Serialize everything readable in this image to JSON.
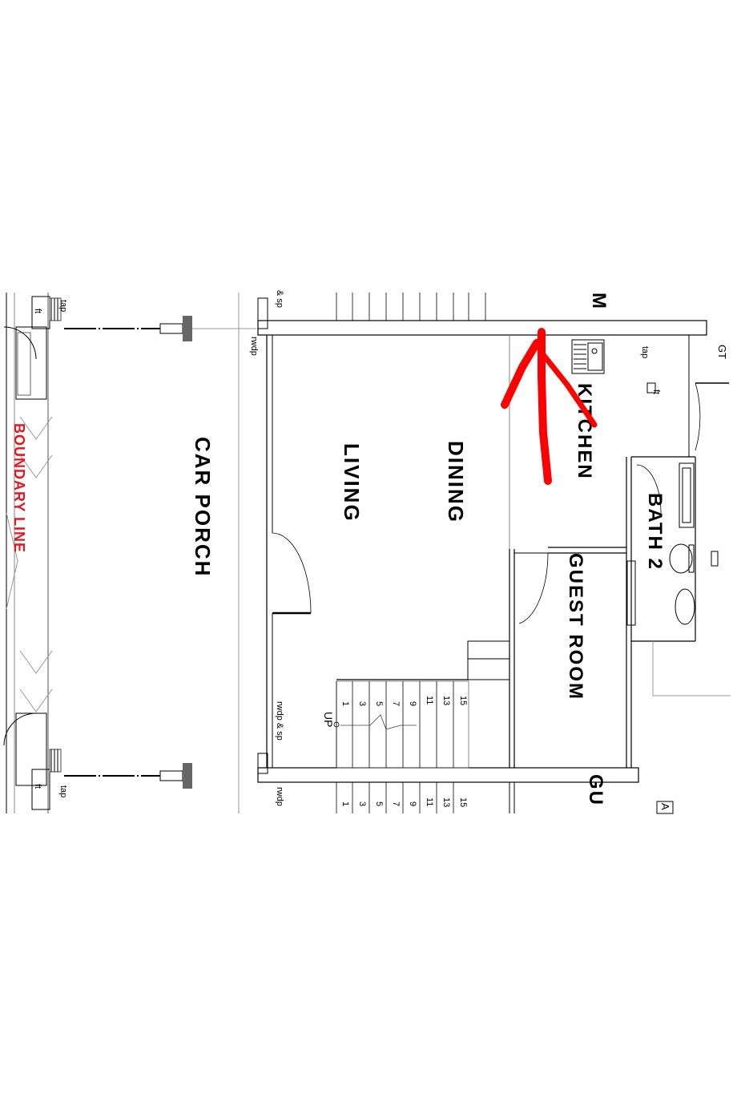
{
  "colors": {
    "paper": "#ffffff",
    "line": "#000000",
    "boundary": "#e8141e",
    "markup": "#ff0000",
    "post": "#666666"
  },
  "rooms": {
    "car_porch": "CAR PORCH",
    "living": "LIVING",
    "dining": "DINING",
    "kitchen": "KITCHEN",
    "bath": "BATH 2",
    "guest_room": "GUEST ROOM",
    "guest_partial": "GU",
    "partial_top": "M"
  },
  "boundary_label": "BOUNDARY LINE",
  "fixtures": {
    "tap": "tap",
    "ft": "ft",
    "gt": "GT",
    "rwdp": "rwdp",
    "rwdp_sp": "rwdp & sp",
    "sp_top": "& sp",
    "up": "UP",
    "a": "A"
  },
  "stair_numbers": [
    "1",
    "3",
    "5",
    "7",
    "9",
    "11",
    "13",
    "15"
  ],
  "annotation": {
    "type": "red hand-drawn arrow",
    "meaning": "points to wall line at kitchen"
  }
}
